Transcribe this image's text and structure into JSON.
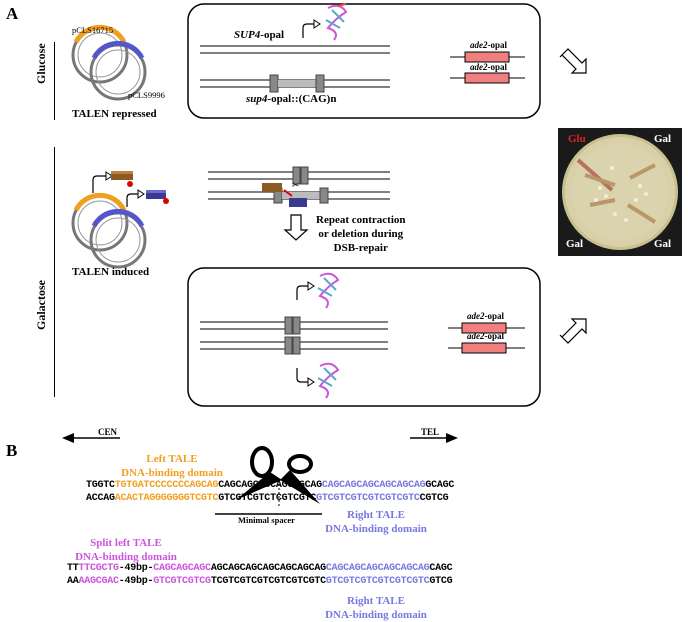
{
  "panel_a": {
    "letter": "A",
    "glucose": "Glucose",
    "galactose": "Galactose",
    "plasmid1": "pCLS16715",
    "plasmid2": "pCLS9996",
    "talen_repressed": "TALEN repressed",
    "talen_induced": "TALEN induced",
    "sup4_opal_italic": "SUP4",
    "sup4_opal_suffix": "-opal",
    "sup4_cag_italic": "sup4",
    "sup4_cag_suffix": "-opal::(CAG)n",
    "ade2_italic": "ade2",
    "ade2_suffix": "-opal",
    "repeat_text_1": "Repeat contraction",
    "repeat_text_2": "or deletion during",
    "repeat_text_3": "DSB-repair",
    "plate_glu": "Glu",
    "plate_gal": "Gal"
  },
  "panel_b": {
    "letter": "B",
    "cen": "CEN",
    "tel": "TEL",
    "left_tale_1": "Left TALE",
    "left_tale_2": "DNA-binding domain",
    "right_tale_1": "Right TALE",
    "right_tale_2": "DNA-binding domain",
    "minimal_spacer": "Minimal spacer",
    "split_left_1": "Split left TALE",
    "split_left_2": "DNA-binding domain",
    "right_tale_b_1": "Right TALE",
    "right_tale_b_2": "DNA-binding domain",
    "seq1": {
      "a": "TGGTC",
      "b": "TGTGATCCCCCCCAGCAG",
      "c": "CAGCAGCAG",
      "d": "CAGCAGCAG",
      "e": "CAGCAGCAGCAGCAGCAG",
      "f": "GCAGC"
    },
    "seq2": {
      "a": "ACCAG",
      "b": "ACACTAGGGGGGGTCGTC",
      "c": "GTCGTCGTC",
      "d": "TCGTCGTC",
      "e": "GTCGTCGTCGTCGTCGTC",
      "f": "CGTCG"
    },
    "seq3": {
      "a": "TT",
      "b": "TTCGCTG",
      "c": "-49bp-",
      "d": "CAGCAGCAGC",
      "e": "AGCAGCAGCAGCAGCAGCAG",
      "f": "CAGCAGCAGCAGCAGCAG",
      "g": "CAGC"
    },
    "seq4": {
      "a": "AA",
      "b": "AAGCGAC",
      "c": "-49bp-",
      "d": "GTCGTCGTCG",
      "e": "TCGTCGTCGTCGTCGTCGTC",
      "f": "GTCGTCGTCGTCGTCGTC",
      "g": "GTCG"
    }
  },
  "colors": {
    "orange": "#f0a020",
    "blue": "#7878e0",
    "magenta": "#cc55dd",
    "ade2_red": "#f08080",
    "glu_red": "#e02020"
  }
}
